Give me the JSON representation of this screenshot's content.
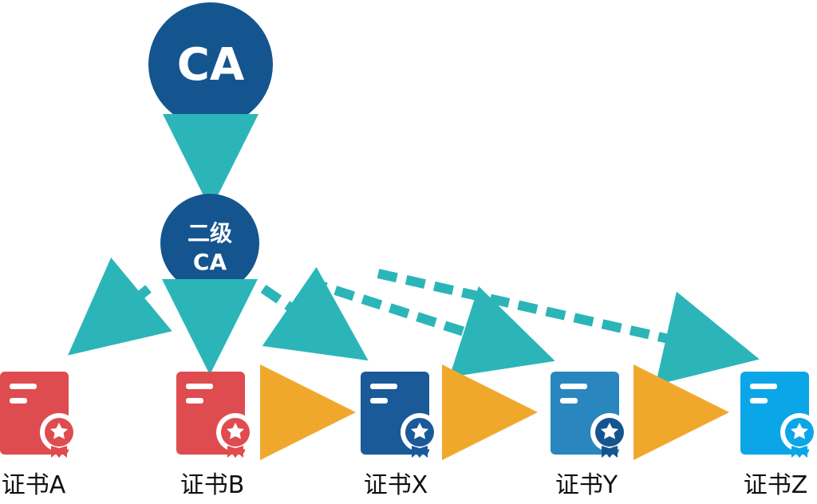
{
  "root_ca": {
    "label": "CA"
  },
  "intermediate_ca": {
    "line1": "二级",
    "line2": "CA"
  },
  "certificates": [
    {
      "label": "证书A",
      "color": "#de4c4f"
    },
    {
      "label": "证书B",
      "color": "#de4c4f"
    },
    {
      "label": "证书X",
      "color": "#1a5a99"
    },
    {
      "label": "证书Y",
      "color": "#2a86bf"
    },
    {
      "label": "证书Z",
      "color": "#0aa6e8"
    }
  ],
  "colors": {
    "ca_node": "#15558f",
    "issue_arrow": "#2bb5b8",
    "chain_arrow": "#f0a82c",
    "ribbon_blue": "#15558f"
  }
}
